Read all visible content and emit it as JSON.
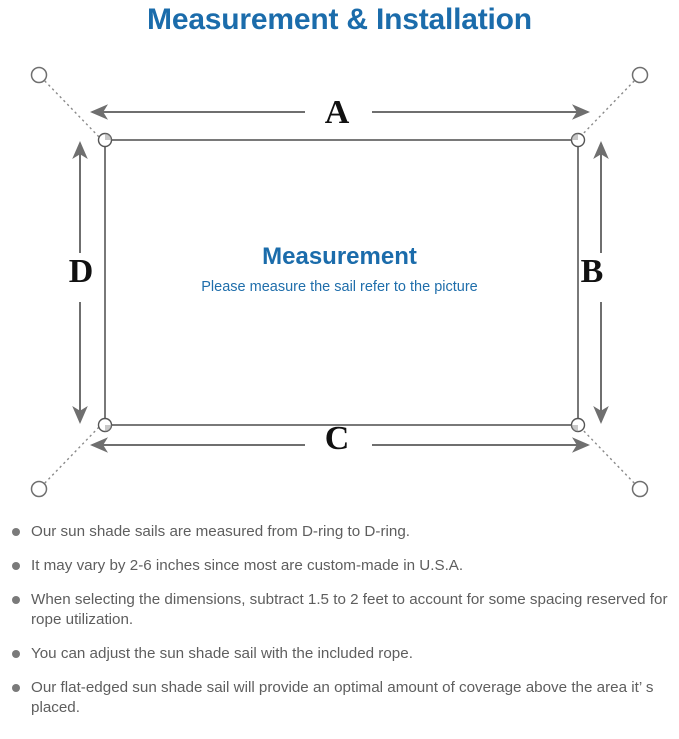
{
  "page": {
    "title": "Measurement & Installation",
    "title_color": "#1b6cab"
  },
  "diagram": {
    "center_heading": "Measurement",
    "center_subtitle": "Please measure the sail refer to the picture",
    "dimension_labels": {
      "top": "A",
      "right": "B",
      "bottom": "C",
      "left": "D"
    },
    "element_names": {
      "sail": "sun-shade-sail",
      "dring": "d-ring",
      "anchor": "anchor-point",
      "rope": "rope-line"
    },
    "colors": {
      "accent": "#1b6cab",
      "line": "#6f6f6f",
      "sail_edge": "#4d4d4d",
      "label": "#111111"
    }
  },
  "notes": [
    "Our sun shade sails are measured from D-ring to D-ring.",
    "It may vary by 2-6 inches since most are custom-made in U.S.A.",
    "When selecting the dimensions, subtract 1.5 to 2 feet to account for some spacing reserved for rope utilization.",
    "You can adjust the sun shade sail with the included rope.",
    "Our flat-edged sun shade sail will provide an optimal amount of coverage above the area it’  s placed."
  ]
}
